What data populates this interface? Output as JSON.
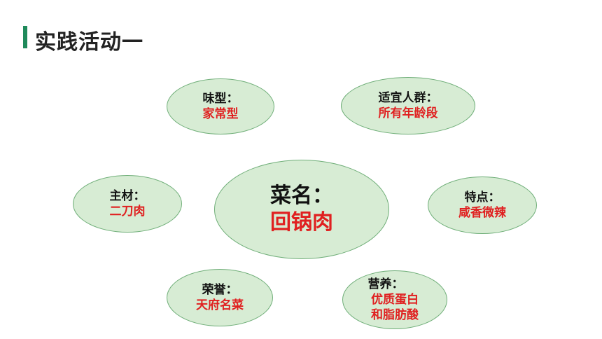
{
  "title": "实践活动一",
  "accent_color": "#1f8a5b",
  "bubble_fill": "#d7ecd4",
  "bubble_border": "#6fae78",
  "value_color": "#e02020",
  "center": {
    "label": "菜名：",
    "value": "回锅肉"
  },
  "flavor": {
    "label": "味型：",
    "value": "家常型"
  },
  "audience": {
    "label": "适宜人群：",
    "value": "所有年龄段"
  },
  "ingredient": {
    "label": "主材：",
    "value": "二刀肉"
  },
  "feature": {
    "label": "特点：",
    "value": "咸香微辣"
  },
  "honor": {
    "label": "荣誉：",
    "value": "天府名菜"
  },
  "nutrition": {
    "label": "营养：",
    "value_line1": "优质蛋白",
    "value_line2": "和脂肪酸"
  }
}
